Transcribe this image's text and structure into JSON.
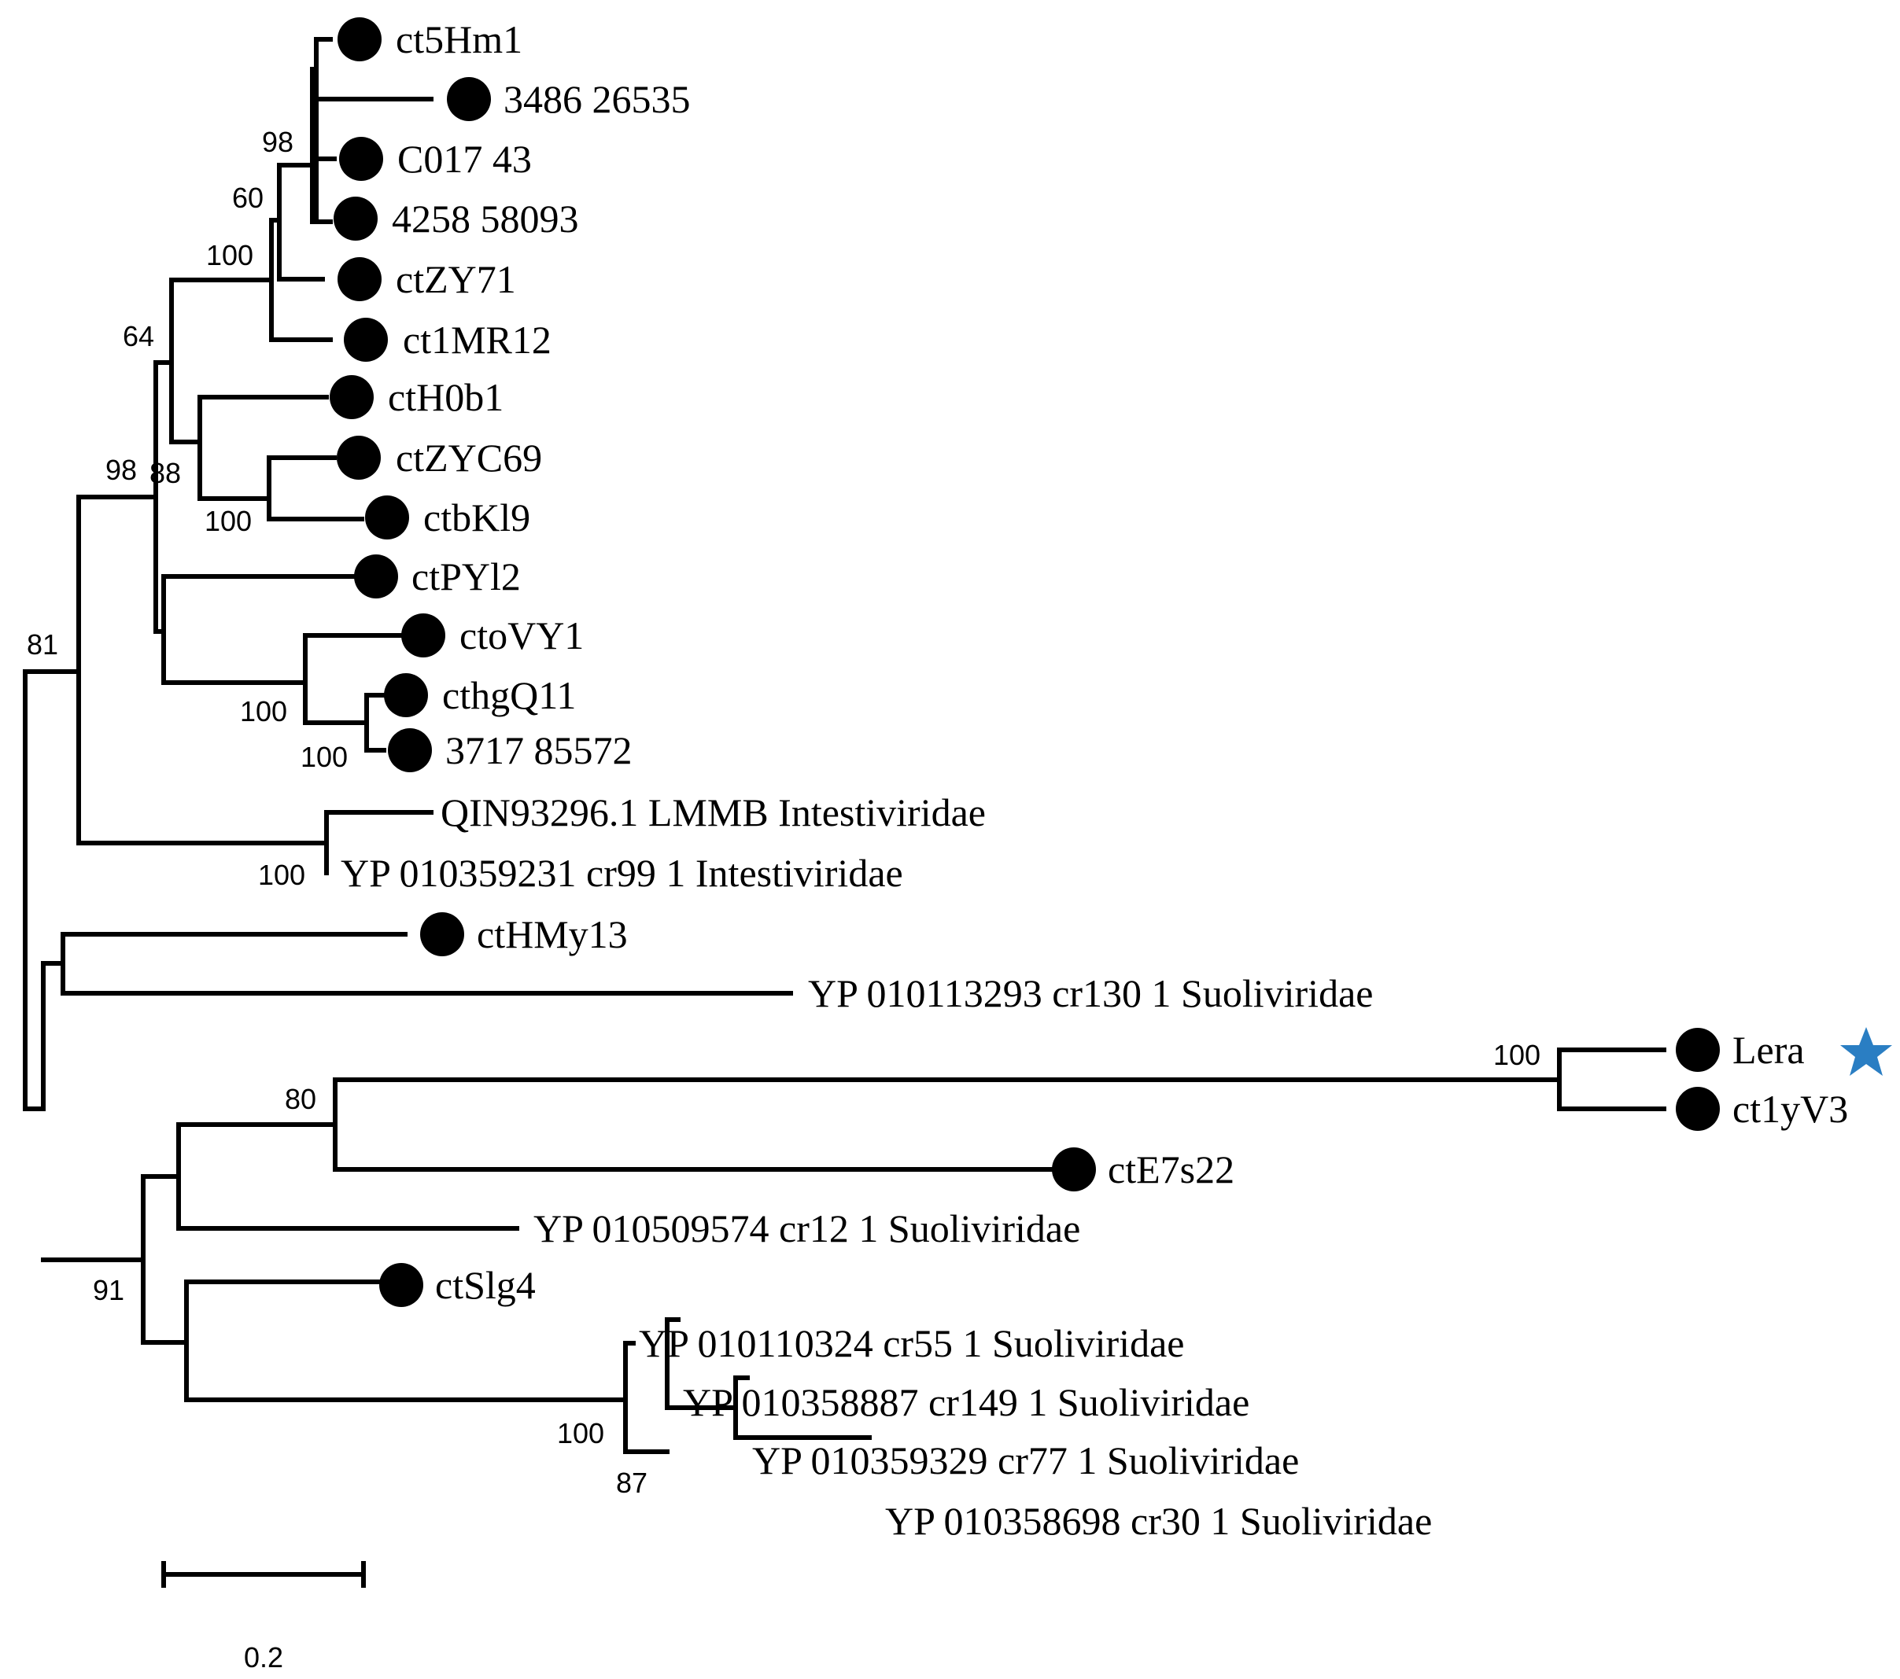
{
  "tree": {
    "leaves": [
      {
        "id": "ct5Hm1",
        "label": "ct5Hm1",
        "marker": "circle"
      },
      {
        "id": "3486_26535",
        "label": "3486 26535",
        "marker": "circle"
      },
      {
        "id": "C017_43",
        "label": "C017 43",
        "marker": "circle"
      },
      {
        "id": "4258_58093",
        "label": "4258 58093",
        "marker": "circle"
      },
      {
        "id": "ctZY71",
        "label": "ctZY71",
        "marker": "circle"
      },
      {
        "id": "ct1MR12",
        "label": "ct1MR12",
        "marker": "circle"
      },
      {
        "id": "ctH0b1",
        "label": "ctH0b1",
        "marker": "circle"
      },
      {
        "id": "ctZYC69",
        "label": "ctZYC69",
        "marker": "circle"
      },
      {
        "id": "ctbKl9",
        "label": "ctbKl9",
        "marker": "circle"
      },
      {
        "id": "ctPYl2",
        "label": "ctPYl2",
        "marker": "circle"
      },
      {
        "id": "ctoVY1",
        "label": "ctoVY1",
        "marker": "circle"
      },
      {
        "id": "cthgQ11",
        "label": "cthgQ11",
        "marker": "circle"
      },
      {
        "id": "3717_85572",
        "label": "3717 85572",
        "marker": "circle"
      },
      {
        "id": "QIN93296",
        "label": "QIN93296.1 LMMB Intestiviridae",
        "marker": "none"
      },
      {
        "id": "YP_010359231",
        "label": "YP 010359231 cr99 1 Intestiviridae",
        "marker": "none"
      },
      {
        "id": "ctHMy13",
        "label": "ctHMy13",
        "marker": "circle"
      },
      {
        "id": "YP_010113293",
        "label": "YP 010113293 cr130 1 Suoliviridae",
        "marker": "none"
      },
      {
        "id": "Lera",
        "label": "Lera",
        "marker": "circle",
        "highlight": "star"
      },
      {
        "id": "ct1yV3",
        "label": "ct1yV3",
        "marker": "circle"
      },
      {
        "id": "ctE7s22",
        "label": "ctE7s22",
        "marker": "circle"
      },
      {
        "id": "YP_010509574",
        "label": "YP 010509574 cr12 1 Suoliviridae",
        "marker": "none"
      },
      {
        "id": "ctSlg4",
        "label": "ctSlg4",
        "marker": "circle"
      },
      {
        "id": "YP_010110324",
        "label": "YP 010110324 cr55 1 Suoliviridae",
        "marker": "none"
      },
      {
        "id": "YP_010358887",
        "label": "YP 010358887 cr149 1 Suoliviridae",
        "marker": "none"
      },
      {
        "id": "YP_010359329",
        "label": "YP 010359329 cr77 1 Suoliviridae",
        "marker": "none"
      },
      {
        "id": "YP_010358698",
        "label": "YP 010358698 cr30 1 Suoliviridae",
        "marker": "none"
      }
    ],
    "support_values": [
      "98",
      "60",
      "100",
      "64",
      "98",
      "88",
      "100",
      "100",
      "100",
      "81",
      "100",
      "80",
      "91",
      "100",
      "87",
      "100"
    ],
    "scale_bar": {
      "label": "0.2"
    }
  },
  "colors": {
    "highlight_star": "#2a7ec3",
    "branches": "#000000",
    "markers": "#000000"
  }
}
